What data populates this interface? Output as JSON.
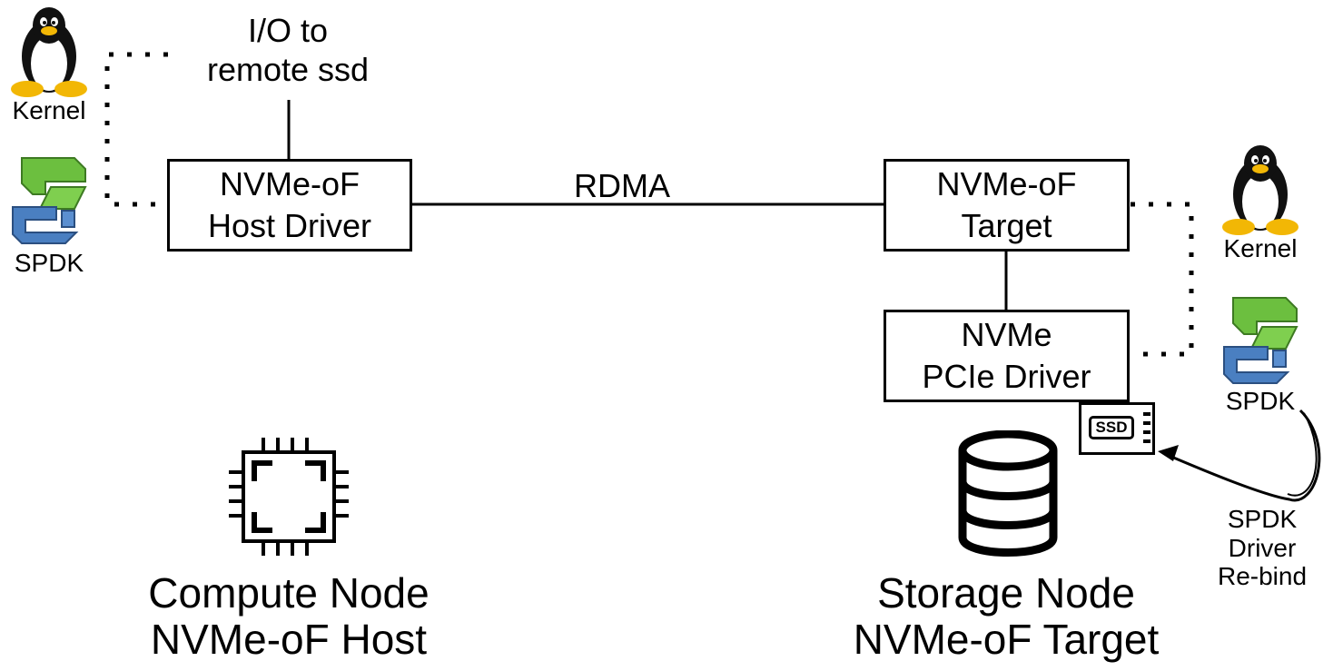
{
  "io_label": [
    "I/O to",
    "remote ssd"
  ],
  "link_label": "RDMA",
  "host_driver": [
    "NVMe-oF",
    "Host Driver"
  ],
  "target": [
    "NVMe-oF",
    "Target"
  ],
  "pcie_driver": [
    "NVMe",
    "PCIe Driver"
  ],
  "left_kernel_label": "Kernel",
  "left_spdk_label": "SPDK",
  "right_kernel_label": "Kernel",
  "right_spdk_label": "SPDK",
  "ssd_label": "SSD",
  "rebind_label": [
    "SPDK",
    "Driver",
    "Re-bind"
  ],
  "compute_node": [
    "Compute Node",
    "NVMe-oF Host"
  ],
  "storage_node": [
    "Storage Node",
    "NVMe-oF Target"
  ],
  "icons": [
    "linux-penguin-icon",
    "spdk-logo-icon",
    "cpu-chip-icon",
    "database-icon",
    "ssd-icon"
  ],
  "colors": {
    "penguin_beak": "#f2b705",
    "spdk_green": "#6cbf3f",
    "spdk_blue": "#4a7fc1"
  }
}
